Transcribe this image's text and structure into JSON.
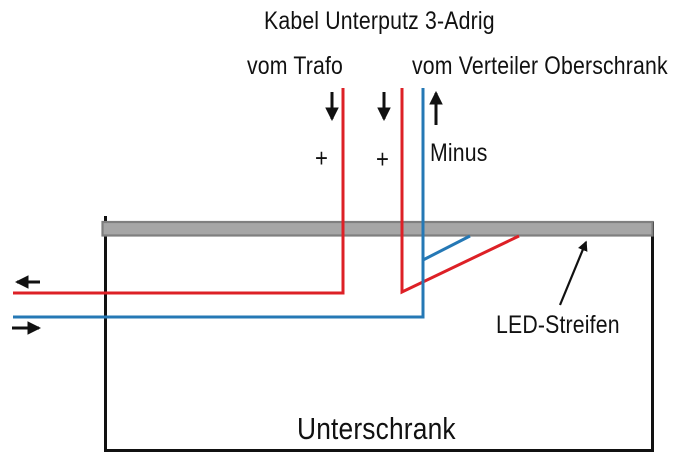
{
  "diagram": {
    "title": "Kabel Unterputz 3-Adrig",
    "labels": {
      "from_trafo": "vom Trafo",
      "from_verteiler": "vom Verteiler Oberschrank",
      "plus_1": "+",
      "plus_2": "+",
      "minus": "Minus",
      "led_strip": "LED-Streifen",
      "cabinet": "Unterschrank"
    },
    "colors": {
      "wire_positive_red": "#dd2026",
      "wire_negative_blue": "#2578b5",
      "led_bar_fill": "#a6a6a6",
      "led_bar_border": "#7f7f7f",
      "outline_black": "#111111",
      "background": "#ffffff"
    }
  }
}
